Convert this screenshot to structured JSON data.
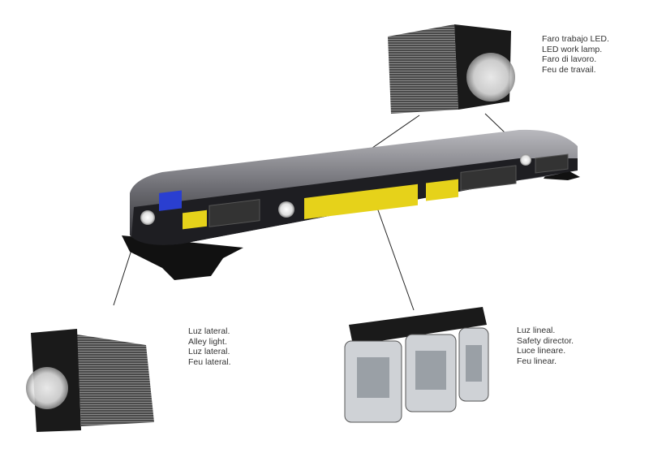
{
  "callouts": {
    "work_lamp": {
      "lines": [
        "Faro trabajo LED.",
        "LED work lamp.",
        "Faro di lavoro.",
        "Feu de travail."
      ]
    },
    "alley_light": {
      "lines": [
        "Luz lateral.",
        "Alley light.",
        "Luz lateral.",
        "Feu lateral."
      ]
    },
    "safety_director": {
      "lines": [
        "Luz lineal.",
        "Safety director.",
        "Luce lineare.",
        "Feu linear."
      ]
    }
  },
  "colors": {
    "amber": "#e6d21a",
    "blue": "#2a3fd0",
    "body": "#1e1e22",
    "dome": "#9a9aa0"
  }
}
